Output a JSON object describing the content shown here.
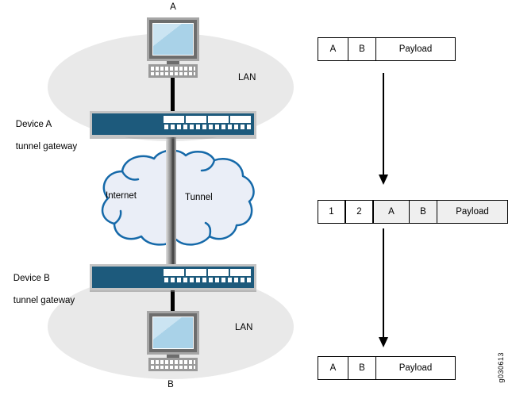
{
  "figure_id": "g030613",
  "topology": {
    "host_a_label": "A",
    "host_b_label": "B",
    "lan_top_label": "LAN",
    "lan_bottom_label": "LAN",
    "device_a_line1": "Device A",
    "device_a_line2": "tunnel gateway",
    "device_b_line1": "Device B",
    "device_b_line2": "tunnel gateway",
    "internet_label": "Internet",
    "tunnel_label": "Tunnel"
  },
  "packet_flow": {
    "packets": [
      {
        "name": "packet-before-tunnel",
        "cells": [
          {
            "label": "A"
          },
          {
            "label": "B"
          },
          {
            "label": "Payload"
          }
        ]
      },
      {
        "name": "packet-in-tunnel",
        "cells": [
          {
            "label": "1"
          },
          {
            "label": "2"
          },
          {
            "label": "A"
          },
          {
            "label": "B"
          },
          {
            "label": "Payload"
          }
        ]
      },
      {
        "name": "packet-after-tunnel",
        "cells": [
          {
            "label": "A"
          },
          {
            "label": "B"
          },
          {
            "label": "Payload"
          }
        ]
      }
    ]
  },
  "colors": {
    "switch_body": "#1d5a7c",
    "cloud_stroke": "#1569a9",
    "cloud_fill": "#eaeef7",
    "lan_ellipse": "#e9e9e9",
    "screen_blue": "#a9d2e8",
    "shaded_cell": "#efefef"
  }
}
